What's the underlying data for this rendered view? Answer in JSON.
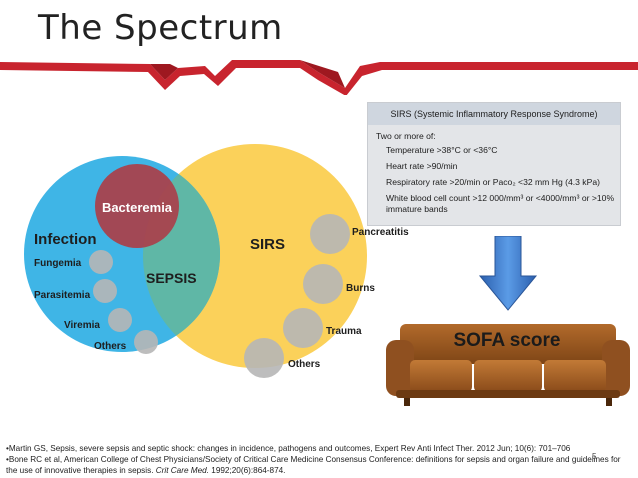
{
  "slide": {
    "title": "The Spectrum",
    "page_number": "5",
    "colors": {
      "banner_red": "#c8242e",
      "infection_blue": "#3fb5e6",
      "sirs_yellow": "#fbd15a",
      "sepsis_overlap": "#5fb7a6",
      "bacteremia_red": "#a8424d",
      "small_circle_gray": "#b6b6b6",
      "arrow_blue": "#3b78c8",
      "couch_brown": "#9a5a22"
    }
  },
  "venn": {
    "bacteremia": "Bacteremia",
    "infection": "Infection",
    "sepsis": "SEPSIS",
    "sirs": "SIRS",
    "infection_items": [
      "Fungemia",
      "Parasitemia",
      "Viremia",
      "Others"
    ],
    "sirs_items": [
      "Pancreatitis",
      "Burns",
      "Trauma",
      "Others"
    ]
  },
  "sirs_box": {
    "header": "SIRS (Systemic Inflammatory Response Syndrome)",
    "lead": "Two or more of:",
    "criteria": [
      "Temperature >38°C or <36°C",
      "Heart rate >90/min",
      "Respiratory rate >20/min or Paco₂ <32 mm Hg (4.3 kPa)",
      "White blood cell count >12 000/mm³ or <4000/mm³ or >10% immature bands"
    ]
  },
  "sofa": {
    "label": "SOFA score",
    "arrow_icon": "down-arrow-icon",
    "couch_icon": "couch-icon"
  },
  "references": [
    {
      "text": "•Martin GS, Sepsis, severe sepsis and septic shock: changes in incidence, pathogens and outcomes, Expert Rev Anti Infect Ther. 2012 Jun; 10(6): 701–706"
    },
    {
      "text_before": "•Bone RC et al, American College of Chest Physicians/Society of Critical Care Medicine Consensus Conference: definitions for sepsis and organ failure and guidelines for the use of innovative therapies in sepsis. ",
      "journal": "Crit Care Med.",
      "text_after": " 1992;20(6):864-874."
    }
  ]
}
